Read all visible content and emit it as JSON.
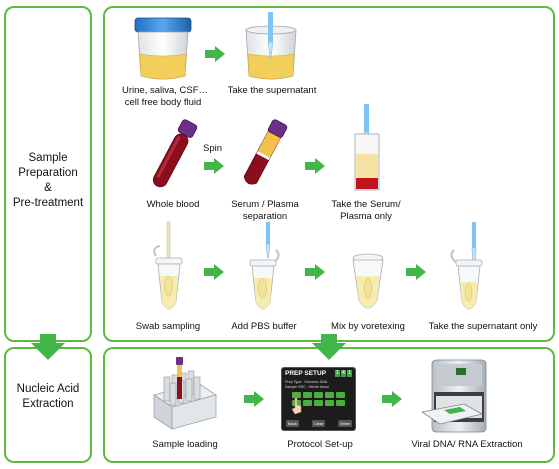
{
  "stages": [
    {
      "label_line1": "Sample",
      "label_line2": "Preparation",
      "label_line3": "&",
      "label_line4": "Pre-treatment"
    },
    {
      "label_line1": "Nucleic Acid",
      "label_line2": "Extraction"
    }
  ],
  "rows": {
    "row1": {
      "step1_line1": "Urine, saliva, CSF…",
      "step1_line2": "cell free body fluid",
      "step2": "Take the supernatant"
    },
    "row2": {
      "step1": "Whole blood",
      "spin_label": "Spin",
      "step2_line1": "Serum / Plasma",
      "step2_line2": "separation",
      "step3_line1": "Take the Serum/",
      "step3_line2": "Plasma only"
    },
    "row3": {
      "step1": "Swab sampling",
      "step2": "Add PBS buffer",
      "step3": "Mix by voretexing",
      "step4": "Take the supernatant only"
    },
    "row4": {
      "step1": "Sample loading",
      "step2": "Protocol Set-up",
      "step3": "Viral DNA/ RNA Extraction"
    }
  },
  "screen": {
    "title": "PREP SETUP",
    "line1": "Prep Type : Genomic DNA",
    "line2": "Sample SRC : Whole blood",
    "digits": [
      "1",
      "4",
      "1"
    ],
    "btn_left": "Back",
    "btn_mid": "Clear",
    "btn_right": "Enter"
  },
  "colors": {
    "frame": "#5fb93a",
    "arrow": "#43b649",
    "tube_cap": "#6a2f86",
    "blood": "#8c0d1e",
    "fluid": "#f2cf5a"
  }
}
